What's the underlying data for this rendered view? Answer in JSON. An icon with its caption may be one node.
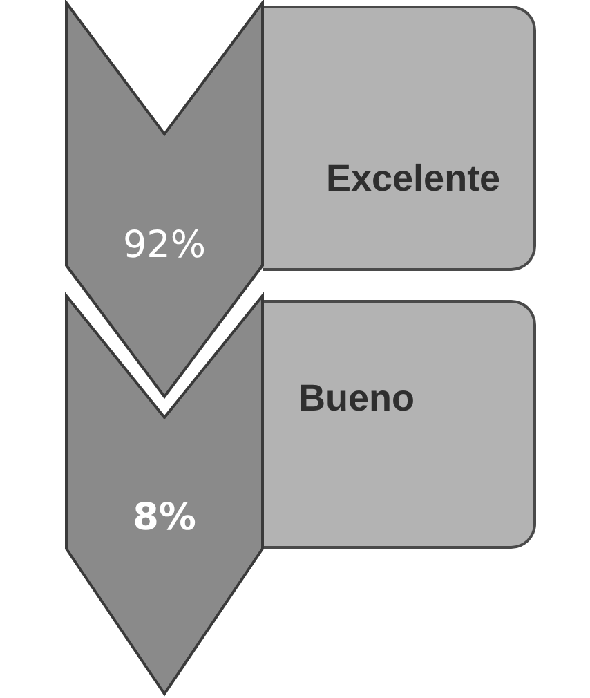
{
  "diagram": {
    "nodes": [
      {
        "text": [
          "92%"
        ]
      },
      {
        "text": [
          "Excelente"
        ]
      },
      {
        "text": [
          "8%"
        ]
      },
      {
        "text": [
          "Bueno"
        ]
      }
    ]
  }
}
